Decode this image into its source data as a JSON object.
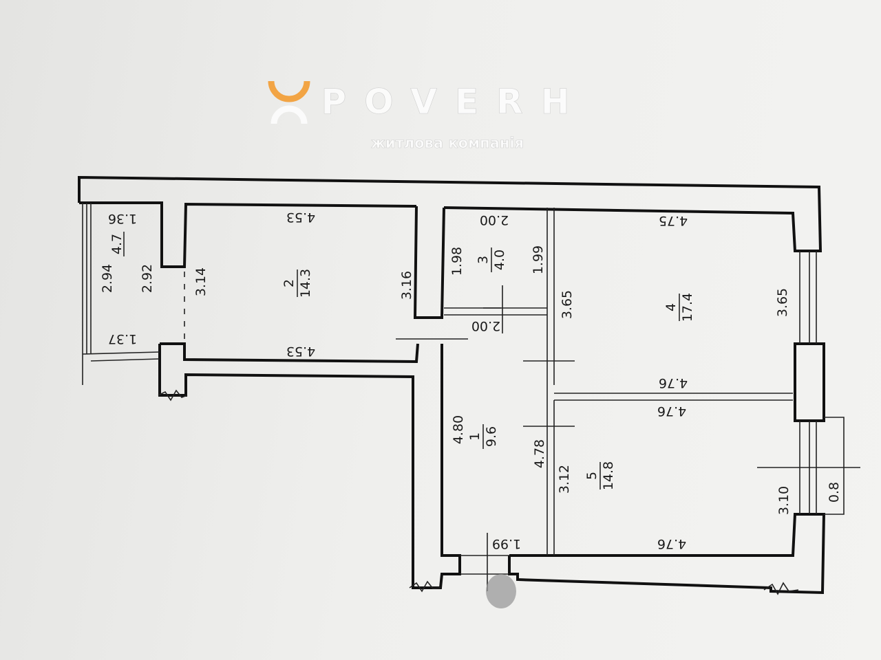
{
  "rooms": [
    {
      "number": "1",
      "area": "9.6"
    },
    {
      "number": "2",
      "area": "14.3"
    },
    {
      "number": "3",
      "area": "4.0"
    },
    {
      "number": "4",
      "area": "17.4"
    },
    {
      "number": "5",
      "area": "14.8"
    },
    {
      "number": "",
      "area": "4.7"
    }
  ],
  "dimensions": {
    "balcony_top": "1.36",
    "balcony_outer": "2.94",
    "balcony_inner": "2.92",
    "balcony_bottom": "1.37",
    "room2_top": "4.53",
    "room2_bottom": "4.53",
    "room2_left": "3.14",
    "room2_right": "3.16",
    "room3_top": "2.00",
    "room3_bottom": "2.00",
    "room3_left": "1.98",
    "room3_right": "1.99",
    "room4_top": "4.75",
    "room4_bottom": "4.76",
    "room4_left": "3.65",
    "room4_right": "3.65",
    "room1_left": "4.80",
    "room1_right": "4.78",
    "room1_bottom": "1.99",
    "room5_top": "4.76",
    "room5_bottom": "4.76",
    "room5_left": "3.12",
    "room5_right": "3.10",
    "window_depth": "0.8"
  },
  "watermark": {
    "brand": "POVERH",
    "tagline": "житлова компанія",
    "accent": "#f2a444"
  }
}
